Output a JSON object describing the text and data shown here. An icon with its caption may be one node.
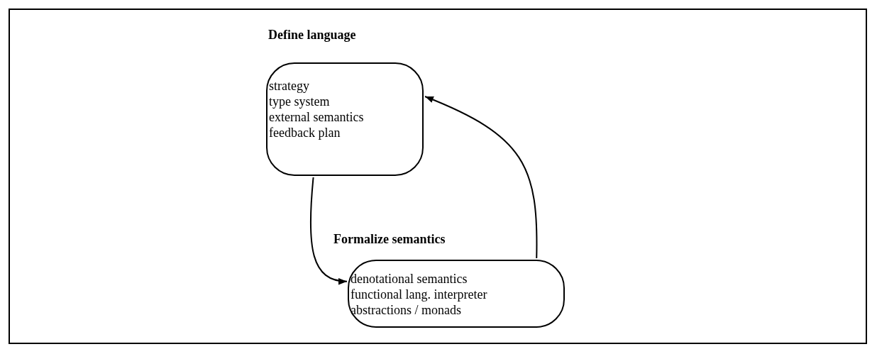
{
  "diagram": {
    "nodes": [
      {
        "text": [
          "Define language",
          "strategy",
          "type system",
          "external semantics",
          "feedback plan"
        ]
      },
      {
        "text": [
          "Formalize semantics",
          "denotational semantics",
          "functional lang. interpreter",
          "abstractions / monads"
        ]
      }
    ],
    "edges": [
      {
        "from": 0,
        "to": 1,
        "arrow": "to"
      },
      {
        "from": 1,
        "to": 0,
        "arrow": "to"
      }
    ]
  }
}
